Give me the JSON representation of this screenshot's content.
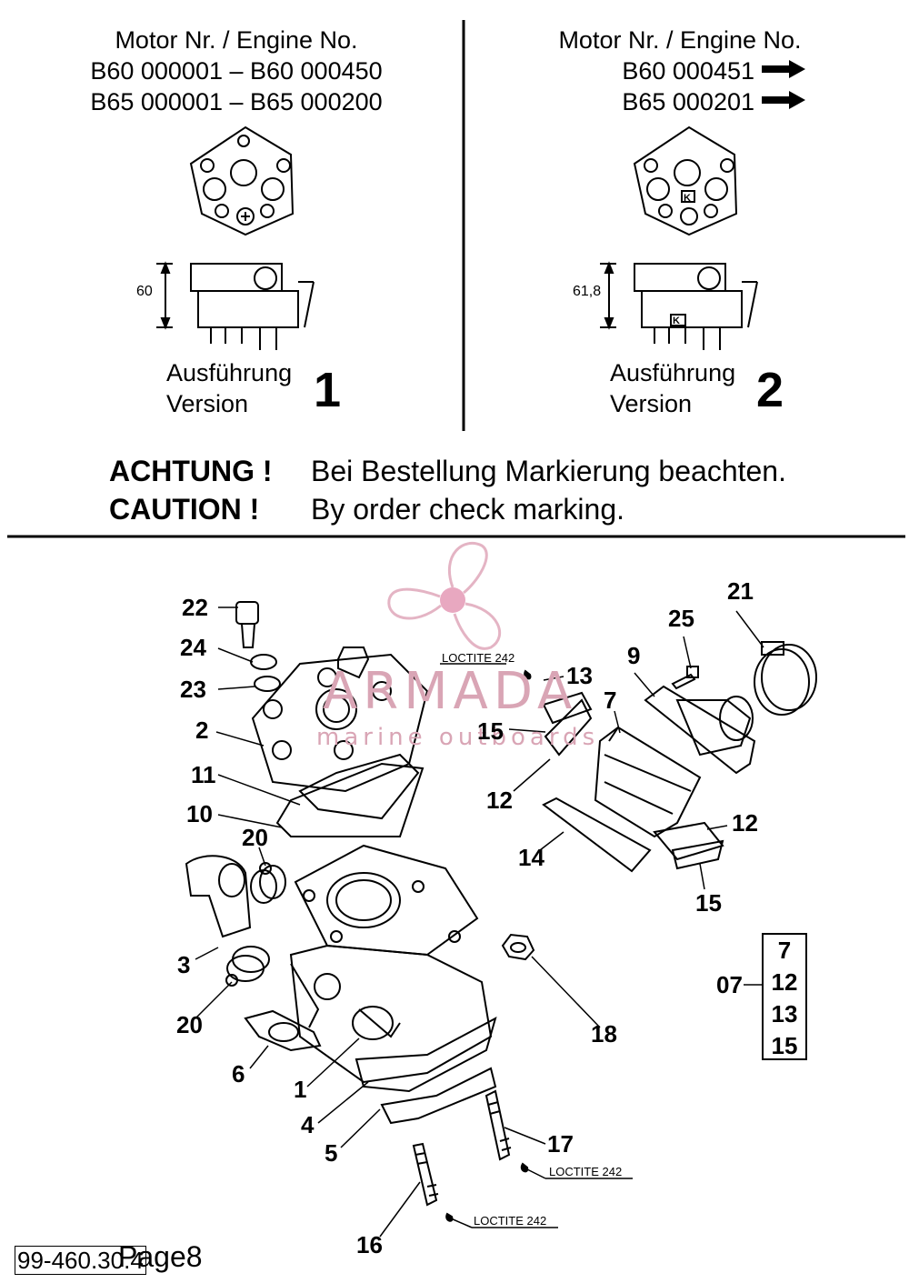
{
  "header_left": {
    "title": "Motor Nr. / Engine No.",
    "line1": "B60 000001 – B60 000450",
    "line2": "B65 000001 – B65 000200",
    "dimension": "60",
    "version_de": "Ausführung",
    "version_en": "Version",
    "version_number": "1"
  },
  "header_right": {
    "title": "Motor Nr. / Engine No.",
    "line1": "B60 000451",
    "line2": "B65 000201",
    "dimension": "61,8",
    "mark": "K",
    "version_de": "Ausführung",
    "version_en": "Version",
    "version_number": "2"
  },
  "caution": {
    "de_label": "ACHTUNG !",
    "de_text": "Bei Bestellung Markierung beachten.",
    "en_label": "CAUTION !",
    "en_text": "By order check marking."
  },
  "watermark": {
    "brand": "ARMADA",
    "tagline": "marine outboards"
  },
  "callouts": [
    "22",
    "24",
    "23",
    "2",
    "11",
    "10",
    "20",
    "3",
    "20",
    "6",
    "1",
    "4",
    "5",
    "16",
    "17",
    "18",
    "21",
    "25",
    "9",
    "7",
    "13",
    "15",
    "12",
    "14",
    "12",
    "15"
  ],
  "loctite": "LOCTITE 242",
  "kit": {
    "label": "07",
    "items": [
      "7",
      "12",
      "13",
      "15"
    ]
  },
  "footer": {
    "code": "99-460.30.4",
    "page": "Page8"
  }
}
